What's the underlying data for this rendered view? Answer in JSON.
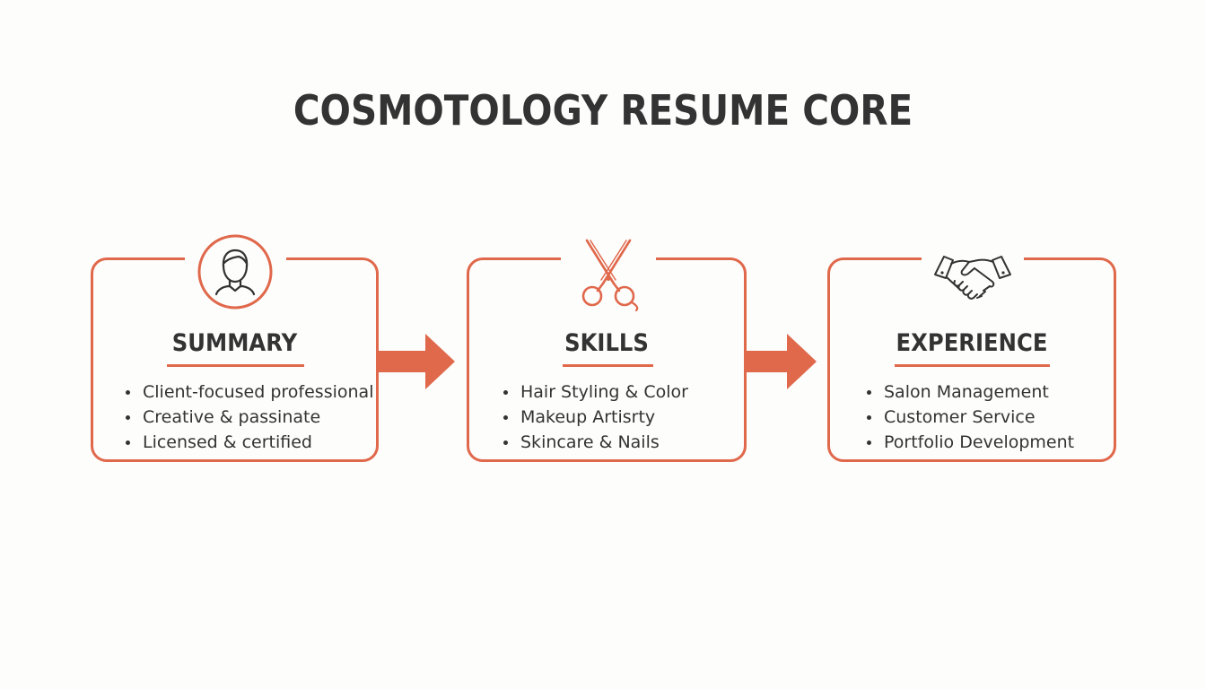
{
  "title": "COSMOTOLOGY RESUME CORE",
  "accent_color": "#e0684b",
  "text_color": "#333333",
  "sections": [
    {
      "icon": "person-icon",
      "heading": "SUMMARY",
      "items": [
        "Client-focused professional",
        "Creative & passinate",
        "Licensed & certified"
      ]
    },
    {
      "icon": "scissors-icon",
      "heading": "SKILLS",
      "items": [
        "Hair Styling & Color",
        "Makeup Artisrty",
        "Skincare & Nails"
      ]
    },
    {
      "icon": "handshake-icon",
      "heading": "EXPERIENCE",
      "items": [
        "Salon Management",
        "Customer Service",
        "Portfolio Development"
      ]
    }
  ]
}
